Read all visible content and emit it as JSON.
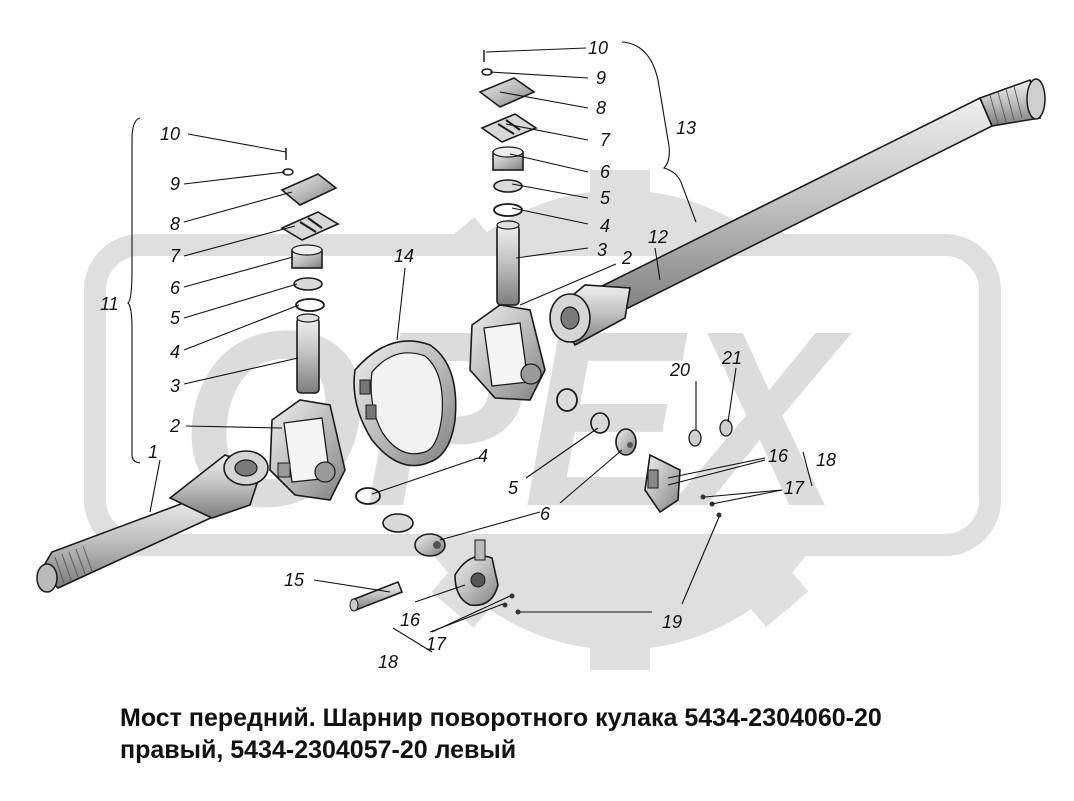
{
  "caption": {
    "line1": "Мост передний. Шарнир поворотного кулака 5434-2304060-20",
    "line2": "правый, 5434-2304057-20 левый"
  },
  "watermark": {
    "text": "OPEX",
    "color": "#d9d9d9"
  },
  "colors": {
    "part_fill": "#c8c8c8",
    "part_light": "#e4e4e4",
    "part_dark": "#8c8c8c",
    "line": "#111111"
  },
  "callouts": {
    "c1": "1",
    "c2a": "2",
    "c2b": "2",
    "c3a": "3",
    "c3b": "3",
    "c4a": "4",
    "c4b": "4",
    "c4c": "4",
    "c5a": "5",
    "c5b": "5",
    "c5c": "5",
    "c6a": "6",
    "c6b": "6",
    "c6c": "6",
    "c7a": "7",
    "c7b": "7",
    "c8a": "8",
    "c8b": "8",
    "c9a": "9",
    "c9b": "9",
    "c10a": "10",
    "c10b": "10",
    "c11": "11",
    "c12": "12",
    "c13": "13",
    "c14": "14",
    "c15": "15",
    "c16a": "16",
    "c16b": "16",
    "c17a": "17",
    "c17b": "17",
    "c18a": "18",
    "c18b": "18",
    "c19": "19",
    "c20": "20",
    "c21": "21"
  }
}
